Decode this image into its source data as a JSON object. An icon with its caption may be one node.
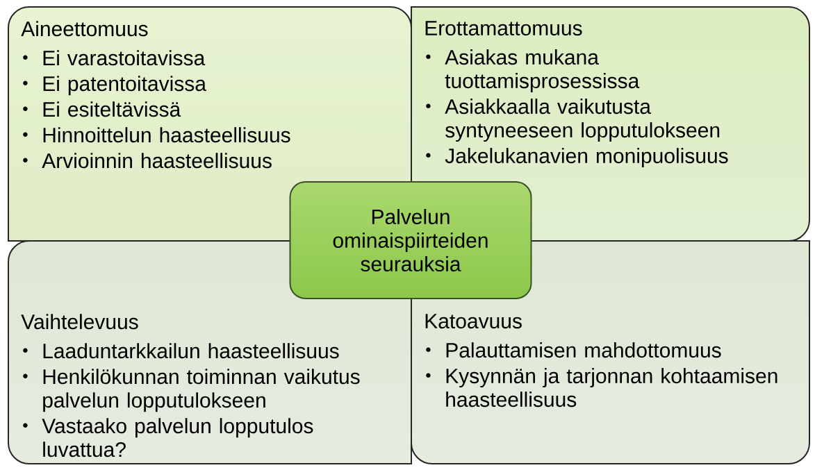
{
  "diagram": {
    "nodes": [
      {
        "text": [
          "Aineettomuus",
          "Ei varastoitavissa",
          "Ei patentoitavissa",
          "Ei esiteltävissä",
          "Hinnoittelun haasteellisuus",
          "Arvioinnin haasteellisuus"
        ]
      },
      {
        "text": [
          "Erottamattomuus",
          "Asiakas mukana tuottamisprosessissa",
          "Asiakkaalla vaikutusta syntyneeseen lopputulokseen",
          "Jakelukanavien monipuolisuus"
        ]
      },
      {
        "text": [
          "Palvelun ominaispiirteiden seurauksia"
        ]
      },
      {
        "text": [
          "Vaihtelevuus",
          "Laaduntarkkailun haasteellisuus",
          "Henkilökunnan toiminnan vaikutus palvelun lopputulokseen",
          "Vastaako palvelun lopputulos luvattua?"
        ]
      },
      {
        "text": [
          "Katoavuus",
          "Palauttamisen mahdottomuus",
          "Kysynnän ja tarjonnan kohtaamisen haasteellisuus"
        ]
      }
    ]
  }
}
